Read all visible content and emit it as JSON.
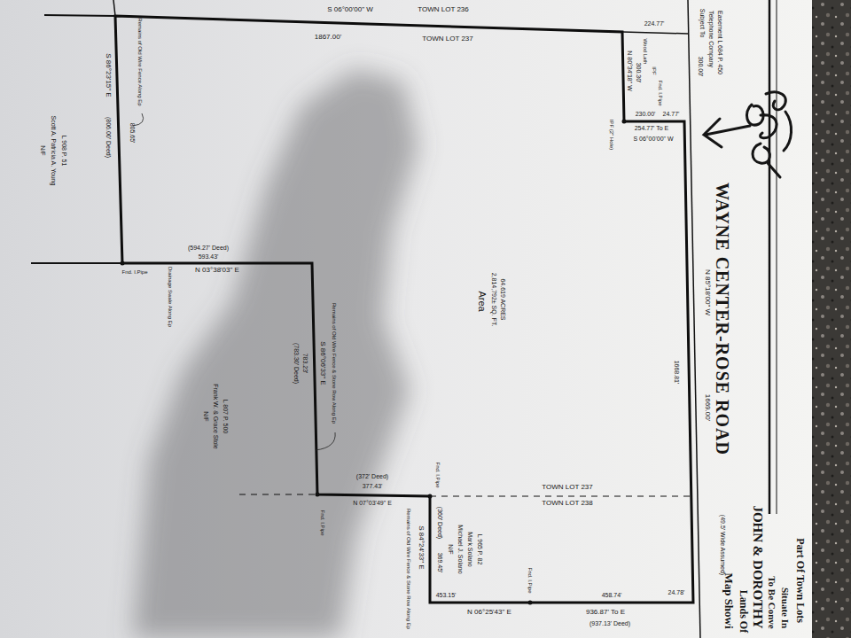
{
  "diagram": {
    "labels": [
      "S 06°00'00\" W",
      "TOWN LOT 236",
      "1867.00'",
      "TOWN LOT 237",
      "224.77'",
      "Wood Lath",
      "Subject To",
      "Telephone Company",
      "Easement L 684 P. 450",
      "300.00'",
      "N 80°34'18\" W",
      "300.30'",
      "IPF",
      "Fnd. I.Pipe",
      "230.00'",
      "24.77'",
      "IPF (2\" Hole)",
      "254.77' To E",
      "S 06°00'00\" W",
      "WAYNE CENTER-ROSE ROAD",
      "N 85°18'00\" W",
      "1668.81'",
      "1669.00'",
      "(49.5' Wide Assumed)",
      "Area",
      "2,814,792± SQ. FT.",
      "64.619 ACRES",
      "S 86°23'15\" E",
      "(806.00' Deed)",
      "805.65'",
      "Remains of Old Wire Fence Along Ep",
      "N/F",
      "Scott A. Patricia A. Young",
      "L 908 P. 51",
      "(594.27' Deed)",
      "593.43'",
      "N 03°38'03\" E",
      "Fnd. I.Pipe",
      "Drainage Swale Along Ep",
      "(783.30' Deed)",
      "783.23'",
      "S 86°06'33\" E",
      "Remains of Old Wire Fence & Stone Row Along Ep",
      "N/F",
      "Frank W. & Grace Stole",
      "L 807 P. 500",
      "(372' Deed)",
      "377.43'",
      "N 07°03'49\" E",
      "Fnd. I.Pipe",
      "TOWN LOT 237",
      "TOWN LOT 238",
      "Fnd. I.Pipe",
      "S 84°24'33\" E",
      "Remains of Old Wire Fence & Stone Row Along Ep",
      "(360' Deed)",
      "369.45'",
      "N/F",
      "Michael J. Solano",
      "Mark Solano",
      "L 965 P. 82",
      "453.15'",
      "Fnd. I.Pipe",
      "458.74'",
      "24.78'",
      "N 06°25'43\" E",
      "936.87' To E",
      "(937.13' Deed)",
      "Map Showi",
      "Lands Of",
      "JOHN & DOROTHY",
      "To Be Conve",
      "Situate In",
      "Part Of Town Lots"
    ]
  }
}
